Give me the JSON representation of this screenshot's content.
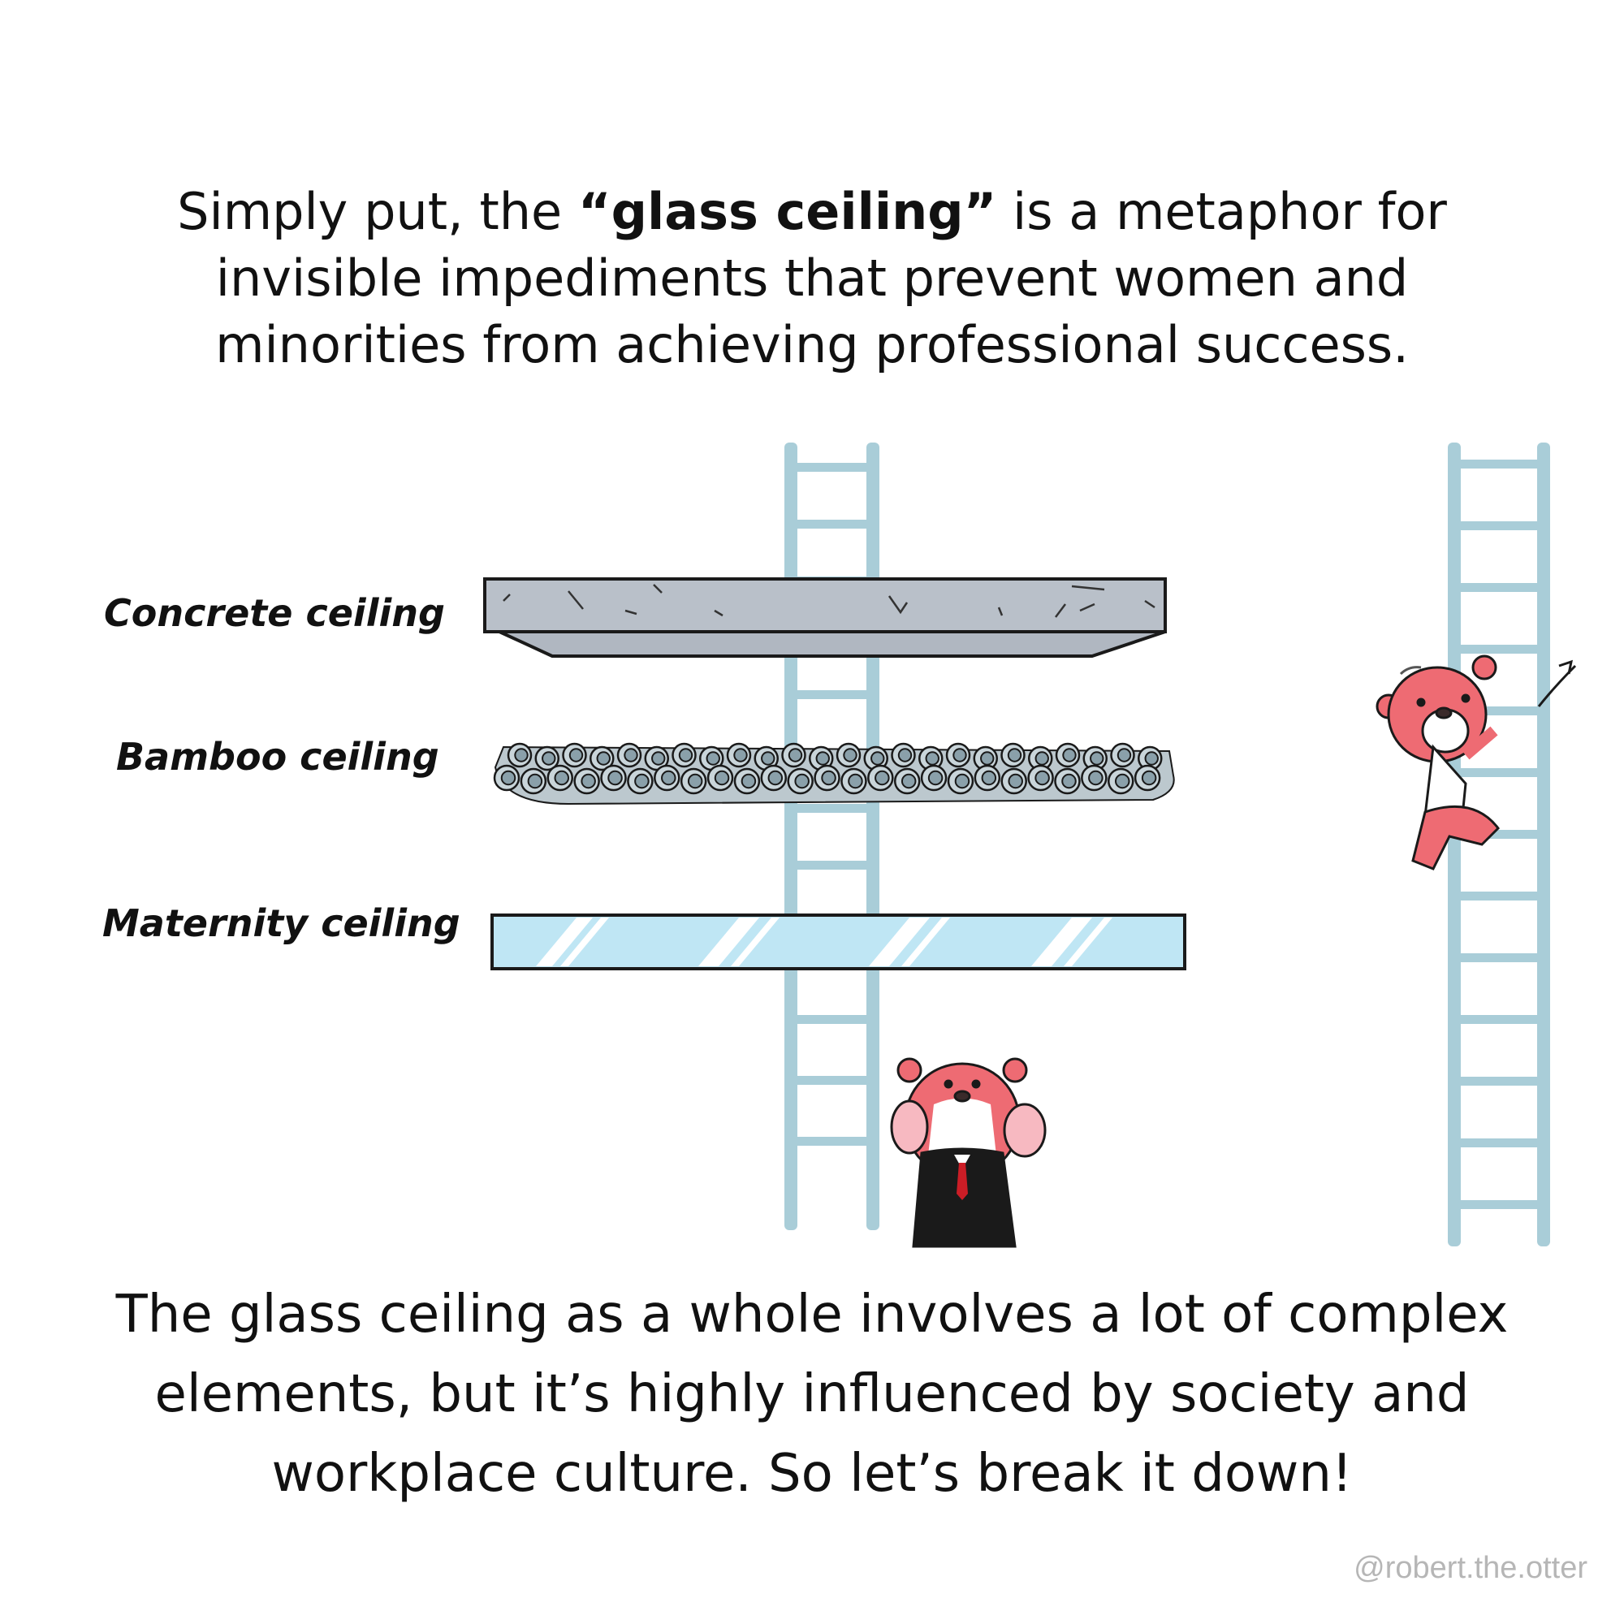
{
  "intro": {
    "before": "Simply put, the ",
    "emphasis": "“glass ceiling”",
    "after": " is a metaphor for invisible impediments that prevent women and minorities from achieving professional success."
  },
  "ceilings": [
    {
      "label": "Concrete ceiling"
    },
    {
      "label": "Bamboo ceiling"
    },
    {
      "label": "Maternity ceiling"
    }
  ],
  "outro": "The glass ceiling as a whole involves a lot of complex elements, but it’s highly influenced by society and workplace culture. So let’s break it down!",
  "credit": "@robert.the.otter",
  "colors": {
    "ladder": "#a9cdd8",
    "concrete": "#b9c0c9",
    "bamboo": "#a9b6bc",
    "glass": "#bfe6f4",
    "otter": "#ee6b73"
  }
}
